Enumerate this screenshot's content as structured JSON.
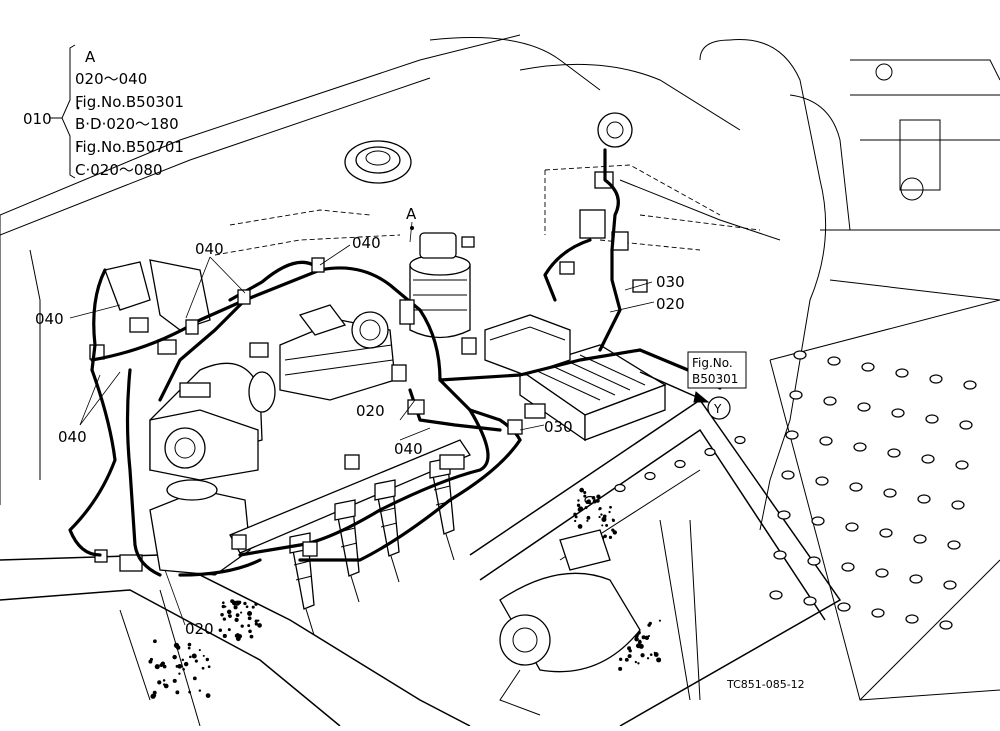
{
  "legend": {
    "main": "010",
    "lines": [
      "A",
      "020～040",
      "Fig.No.B50301",
      "B·D·020～180",
      "Fig.No.B50701",
      "C·020～080"
    ]
  },
  "labels": {
    "a": "A",
    "c040_top1": "040",
    "c040_top2": "040",
    "c040_left": "040",
    "c040_bottom": "040",
    "c040_center": "040",
    "c030_right": "030",
    "c020_right": "020",
    "c020_center": "020",
    "c030_center": "030",
    "c020_bottom": "020"
  },
  "ref_box": {
    "line1": "Fig.No.",
    "line2": "B50301",
    "circle": "Y"
  },
  "drawing_id": "TC851-085-12"
}
